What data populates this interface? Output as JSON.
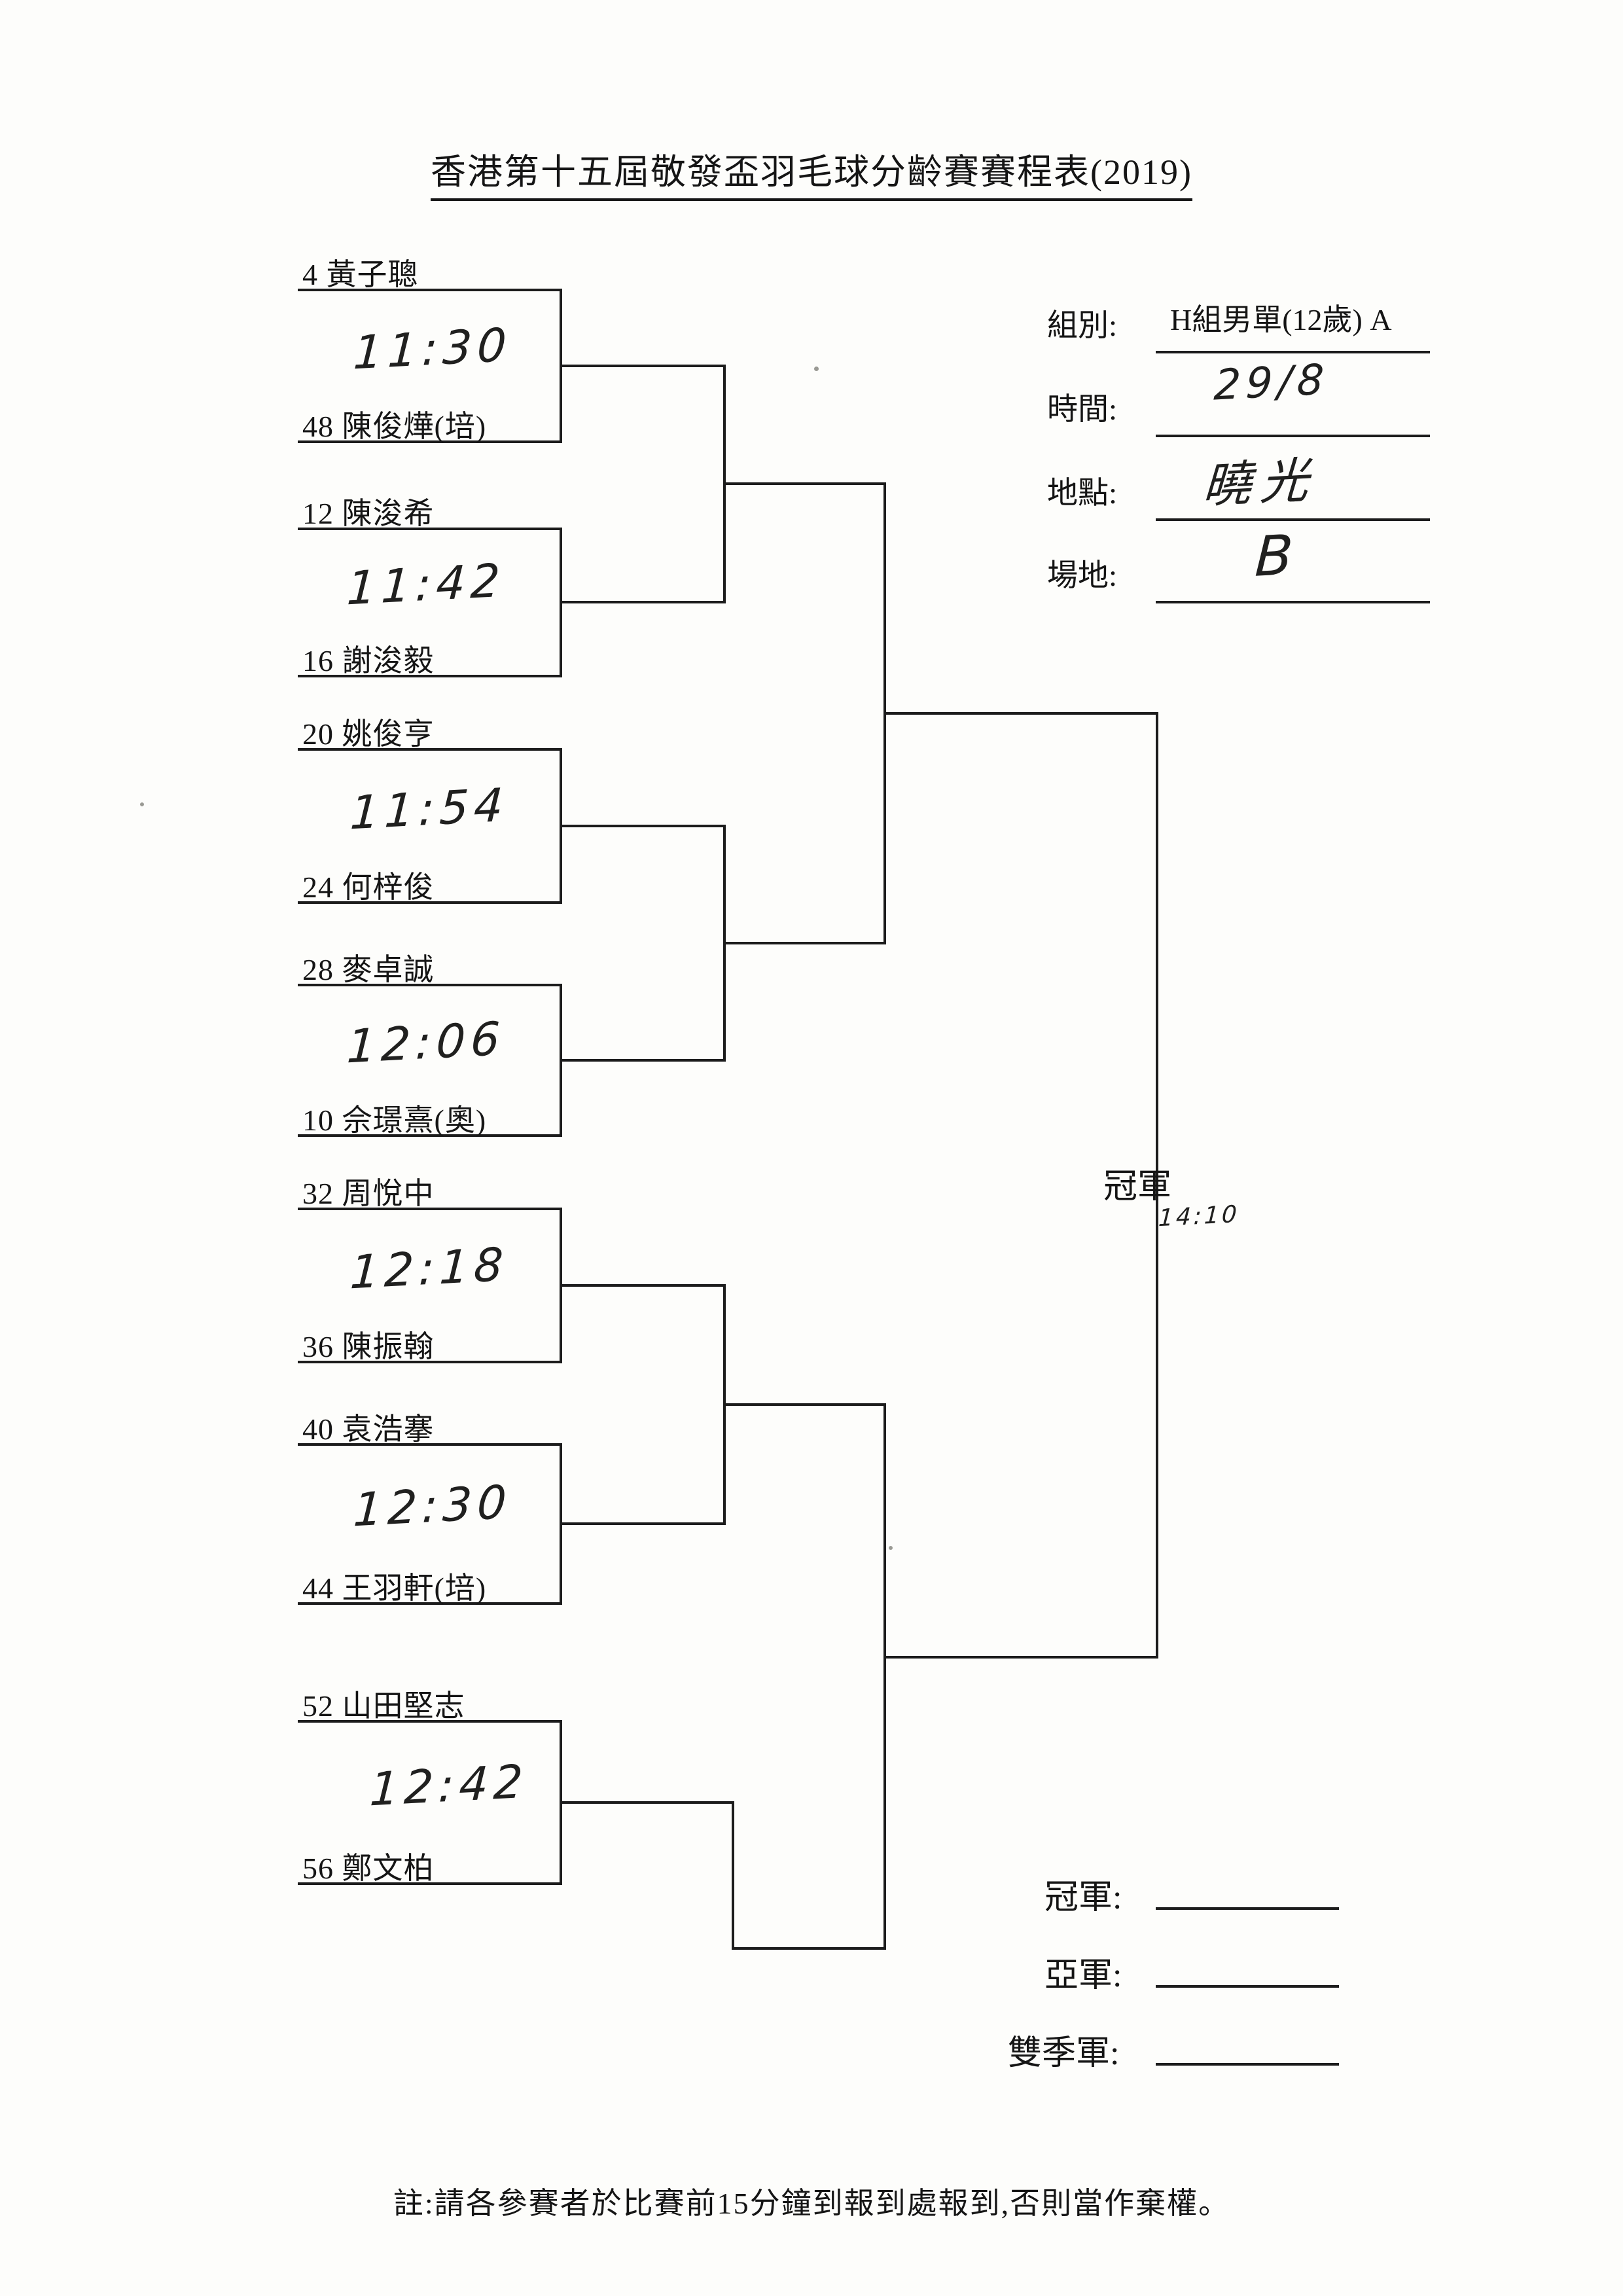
{
  "title": "香港第十五屆敬發盃羽毛球分齡賽賽程表(2019)",
  "info": {
    "group_label": "組別:",
    "group_value": "H組男單(12歲) A",
    "time_label": "時間:",
    "time_value": "29/8",
    "venue_label": "地點:",
    "venue_value": "曉光",
    "court_label": "場地:",
    "court_value": "B"
  },
  "bracket": {
    "champion_label": "冠軍",
    "final_time": "14:10",
    "matches": [
      {
        "player_top": "4 黃子聰",
        "player_bottom": "48 陳俊燁(培)",
        "time": "11:30"
      },
      {
        "player_top": "12 陳浚希",
        "player_bottom": "16 謝浚毅",
        "time": "11:42"
      },
      {
        "player_top": "20 姚俊亨",
        "player_bottom": "24 何梓俊",
        "time": "11:54"
      },
      {
        "player_top": "28 麥卓誠",
        "player_bottom": "10 佘璟熹(奧)",
        "time": "12:06"
      },
      {
        "player_top": "32 周悅中",
        "player_bottom": "36 陳振翰",
        "time": "12:18"
      },
      {
        "player_top": "40 袁浩搴",
        "player_bottom": "44 王羽軒(培)",
        "time": "12:30"
      },
      {
        "player_top": "52 山田堅志",
        "player_bottom": "56 鄭文柏",
        "time": "12:42"
      }
    ]
  },
  "results": {
    "champion_label": "冠軍:",
    "runner_up_label": "亞軍:",
    "third_label": "雙季軍:"
  },
  "footer_note": "註:請各參賽者於比賽前15分鐘到報到處報到,否則當作棄權。"
}
